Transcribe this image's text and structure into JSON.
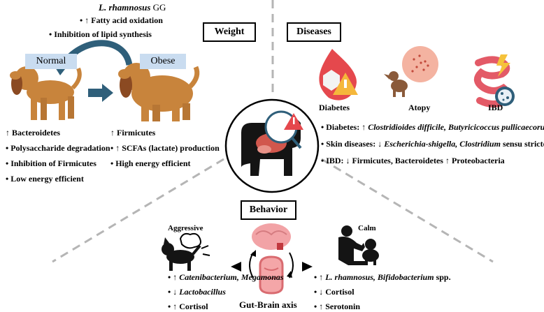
{
  "weight": {
    "title": "Weight",
    "lr_species": "L. rhamnosus",
    "lr_strain": "GG",
    "lr_effects": [
      "• ↑ Fatty acid oxidation",
      "• Inhibition of lipid synthesis"
    ],
    "normal_label": "Normal",
    "obese_label": "Obese",
    "normal_items": [
      "↑ Bacteroidetes",
      "• Polysaccharide degradation",
      "• Inhibition of Firmicutes",
      "• Low energy efficient"
    ],
    "obese_items": [
      "↑ Firmicutes",
      "• ↑ SCFAs (lactate) production",
      "• High energy efficient"
    ]
  },
  "diseases": {
    "title": "Diseases",
    "icons": [
      "Diabetes",
      "Atopy",
      "IBD"
    ],
    "diabetes": {
      "label": "• Diabetes: ↑ ",
      "species": "Clostridioides difficile, Butyricicoccus pullicaecorum"
    },
    "skin": {
      "label": "• Skin diseases: ↓ ",
      "species": "Escherichia-shigella, Clostridium",
      "suffix": " sensu stricto"
    },
    "ibd": "• IBD: ↓ Firmicutes, Bacteroidetes ↑ Proteobacteria"
  },
  "behavior": {
    "title": "Behavior",
    "aggressive_label": "Aggressive",
    "calm_label": "Calm",
    "axis_label": "Gut-Brain axis",
    "aggressive_items": [
      {
        "prefix": "• ↑ ",
        "italic": "Catenibacterium, Megamonas",
        "suffix": ""
      },
      {
        "prefix": "• ↓ ",
        "italic": "Lactobacillus",
        "suffix": ""
      },
      {
        "prefix": "• ↑ Cortisol",
        "italic": "",
        "suffix": ""
      }
    ],
    "calm_items": [
      {
        "prefix": "• ↑ ",
        "italic": "L. rhamnosus, Bifidobacterium",
        "suffix": " spp."
      },
      {
        "prefix": "• ↓ Cortisol",
        "italic": "",
        "suffix": ""
      },
      {
        "prefix": "• ↑ Serotonin",
        "italic": "",
        "suffix": ""
      }
    ]
  },
  "colors": {
    "dog": "#c8843c",
    "dog_dark": "#8b4a22",
    "arrow": "#2f5f7a",
    "label_bg": "#c9dcf0",
    "divider": "#b5b5b5"
  }
}
